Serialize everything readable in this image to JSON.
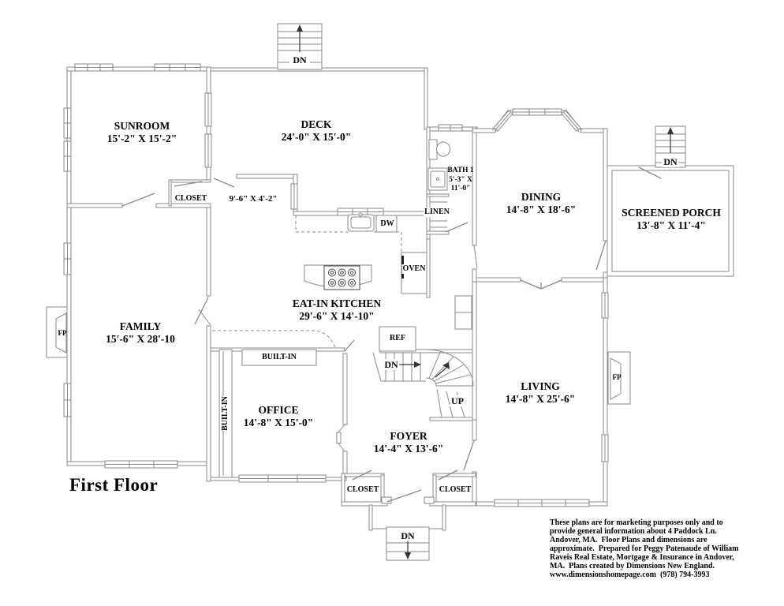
{
  "colors": {
    "wall": "#8a8a8a",
    "text": "#000000",
    "background": "#ffffff",
    "accent_dark": "#333333"
  },
  "title": "First Floor",
  "rooms": {
    "sunroom": {
      "name": "SUNROOM",
      "dims": "15'-2\" X 15'-2\""
    },
    "deck": {
      "name": "DECK",
      "dims": "24'-0\" X 15'-0\""
    },
    "dining": {
      "name": "DINING",
      "dims": "14'-8\" X 18'-6\""
    },
    "screened_porch": {
      "name": "SCREENED PORCH",
      "dims": "13'-8\" X 11'-4\""
    },
    "family": {
      "name": "FAMILY",
      "dims": "15'-6\" X 28'-10"
    },
    "kitchen": {
      "name": "EAT-IN KITCHEN",
      "dims": "29'-6\" X 14'-10\""
    },
    "office": {
      "name": "OFFICE",
      "dims": "14'-8\" X 15'-0\""
    },
    "foyer": {
      "name": "FOYER",
      "dims": "14'-4\" X 13'-6\""
    },
    "living": {
      "name": "LIVING",
      "dims": "14'-8\" X 25'-6\""
    },
    "bath1": {
      "name": "BATH 1",
      "dims_line1": "5'-3\" X",
      "dims_line2": "11'-0\""
    },
    "hallway": {
      "dims": "9'-6\" X 4'-2\""
    }
  },
  "labels": {
    "closet_sunroom": "CLOSET",
    "closet_front_left": "CLOSET",
    "closet_front_right": "CLOSET",
    "linen": "LINEN",
    "dishwasher": "DW",
    "oven": "OVEN",
    "refrigerator": "REF",
    "built_in_office_top": "BUILT-IN",
    "built_in_office_side": "BUILT-IN",
    "fireplace_family": "FP",
    "fireplace_living": "FP",
    "down_deck": "DN",
    "down_porch": "DN",
    "down_main_stair": "DN",
    "up_main_stair": "UP",
    "down_entry": "DN"
  },
  "disclaimer": [
    "These plans are for marketing purposes only and to",
    "provide general information about 4 Paddock Ln.",
    "Andover, MA.  Floor Plans and dimensions are",
    "approximate.  Prepared for Peggy Patenaude of William",
    "Raveis Real Estate, Mortgage & Insurance in Andover,",
    "MA.  Plans created by Dimensions New England.",
    "www.dimensionshomepage.com  (978) 794-3993"
  ]
}
